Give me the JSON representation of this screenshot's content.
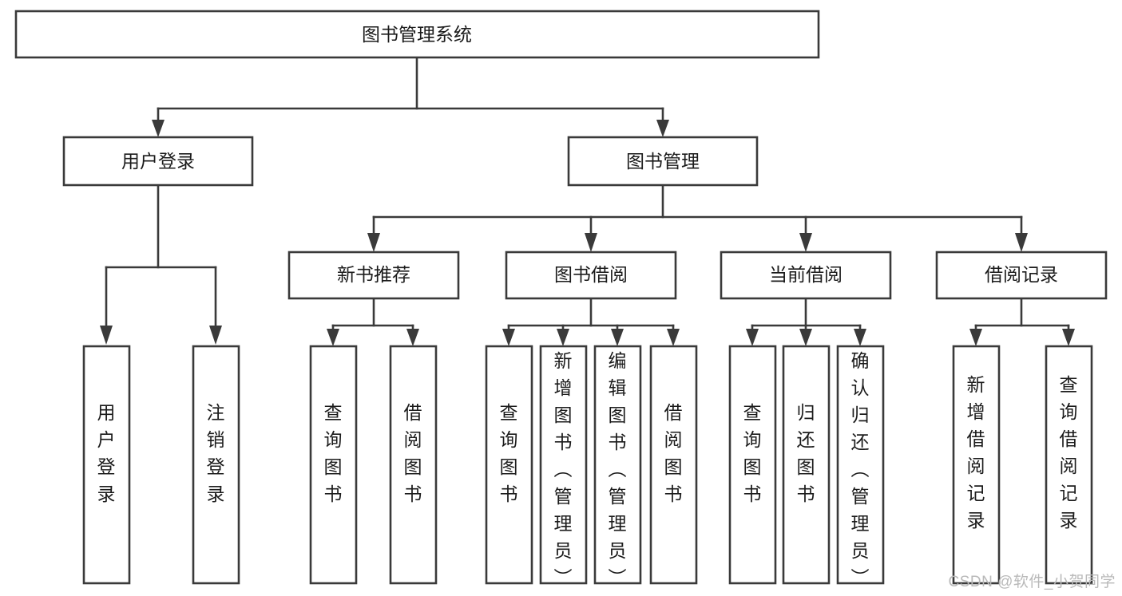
{
  "diagram": {
    "type": "tree",
    "title": "图书管理系统",
    "watermark": "CSDN @软件_小贺同学",
    "colors": {
      "stroke": "#3a3a3a",
      "box_fill": "#ffffff",
      "text": "#1b1b1b",
      "background": "#ffffff",
      "watermark": "#b9b9b9"
    },
    "levels": {
      "root": {
        "label": "图书管理系统"
      },
      "level2": [
        {
          "label": "用户登录"
        },
        {
          "label": "图书管理"
        }
      ],
      "level3": [
        {
          "label": "新书推荐"
        },
        {
          "label": "图书借阅"
        },
        {
          "label": "当前借阅"
        },
        {
          "label": "借阅记录"
        }
      ],
      "leaves": {
        "user_login": [
          {
            "label": "用户登录"
          },
          {
            "label": "注销登录"
          }
        ],
        "new_book_recommend": [
          {
            "label": "查询图书"
          },
          {
            "label": "借阅图书"
          }
        ],
        "book_borrow": [
          {
            "label": "查询图书"
          },
          {
            "label": "新增图书（管理员）"
          },
          {
            "label": "编辑图书（管理员）"
          },
          {
            "label": "借阅图书"
          }
        ],
        "current_borrow": [
          {
            "label": "查询图书"
          },
          {
            "label": "归还图书"
          },
          {
            "label": "确认归还（管理员）"
          }
        ],
        "borrow_records": [
          {
            "label": "新增借阅记录"
          },
          {
            "label": "查询借阅记录"
          }
        ]
      }
    }
  }
}
